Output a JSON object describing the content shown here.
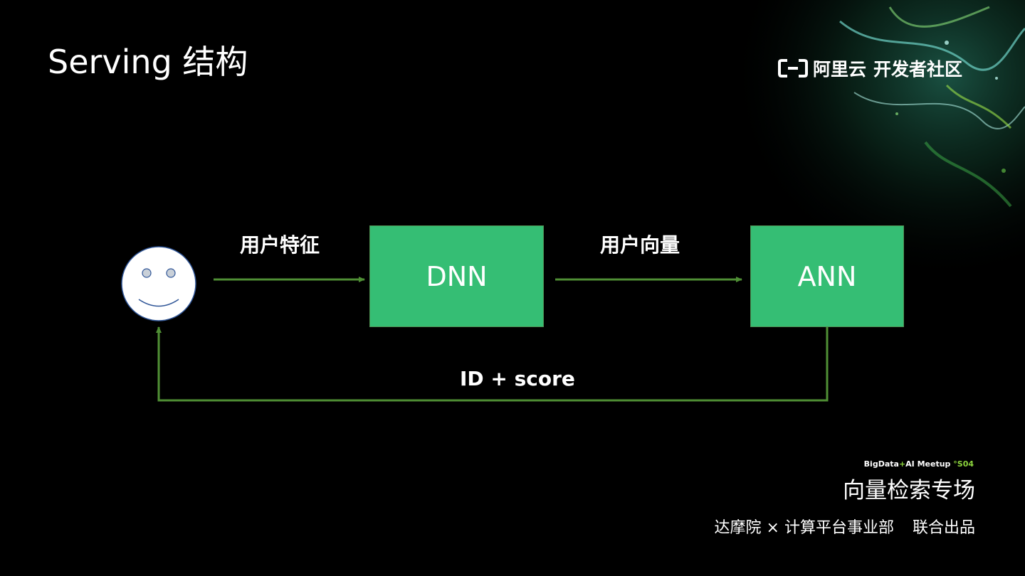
{
  "slide": {
    "title": "Serving 结构"
  },
  "brand": {
    "logo_text": "阿里云",
    "sub_text": "开发者社区",
    "logo_icon": "aliyun-logo-icon"
  },
  "diagram": {
    "nodes": [
      {
        "id": "user",
        "kind": "smiley-face-icon"
      },
      {
        "id": "dnn",
        "label": "DNN"
      },
      {
        "id": "ann",
        "label": "ANN"
      }
    ],
    "edges": [
      {
        "from": "user",
        "to": "dnn",
        "label": "用户特征"
      },
      {
        "from": "dnn",
        "to": "ann",
        "label": "用户向量"
      },
      {
        "from": "ann",
        "to": "user",
        "label": "ID + score"
      }
    ],
    "colors": {
      "box_fill": "#35be74",
      "arrow": "#4f8f35",
      "face_fill": "#ffffff"
    }
  },
  "footer": {
    "event_prefix": "BigData",
    "event_plus": "+",
    "event_ai": "AI  Meetup ",
    "event_season": "°S04",
    "session_title": "向量检索专场",
    "credit_left": "达摩院",
    "credit_x": "×",
    "credit_mid": "计算平台事业部",
    "credit_right": "联合出品"
  }
}
